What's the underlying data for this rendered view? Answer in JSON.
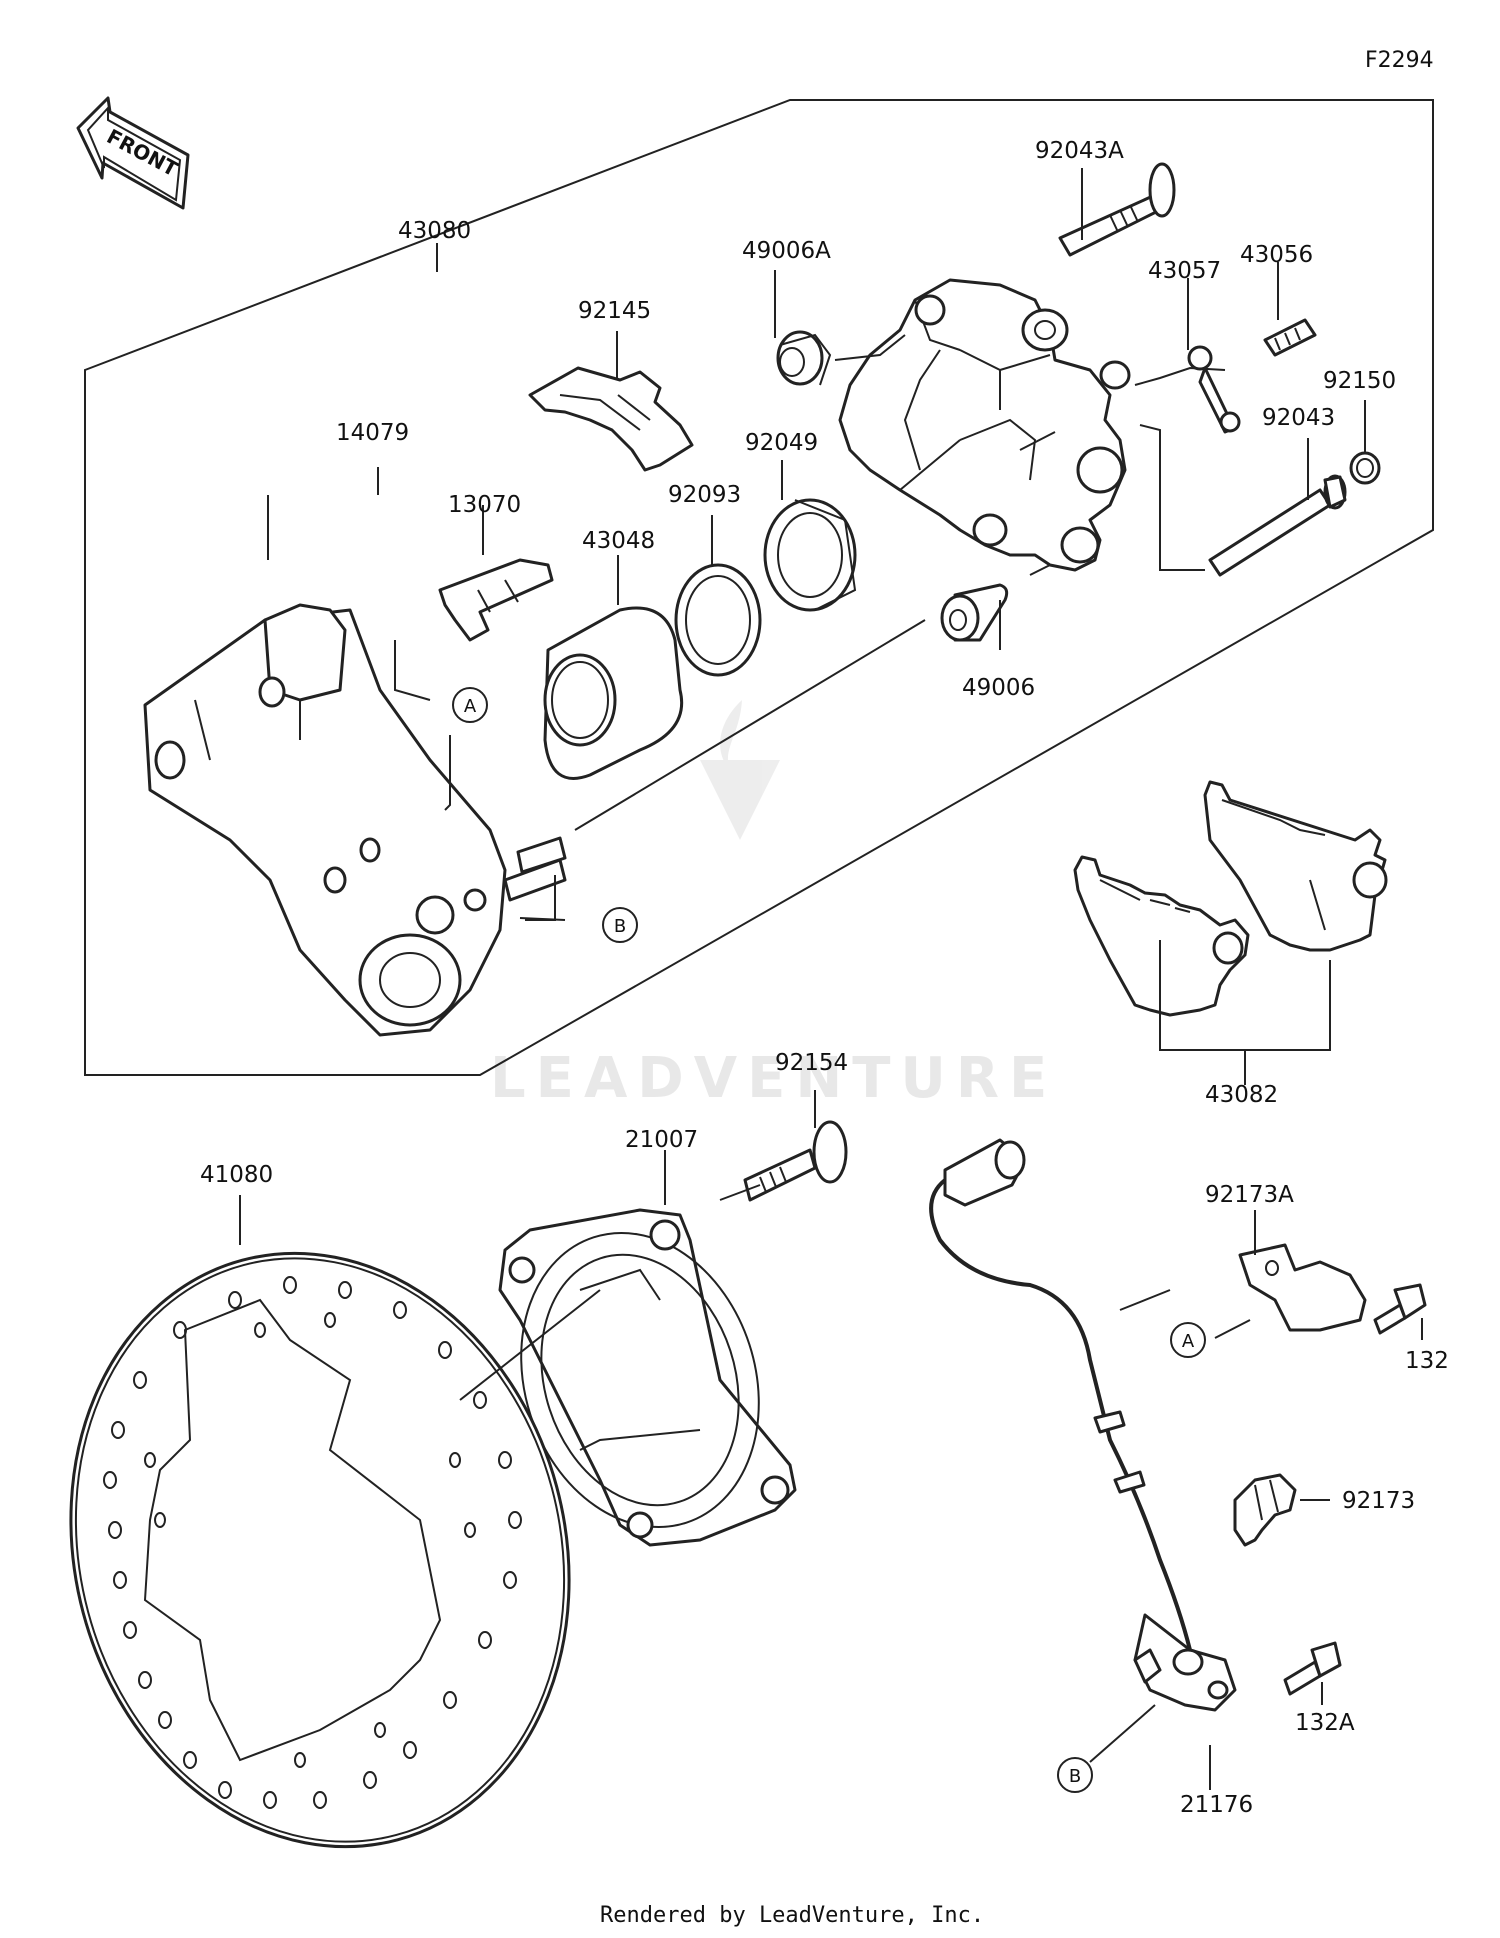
{
  "diagram": {
    "figure_code": "F2294",
    "front_arrow_label": "FRONT",
    "footer": "Rendered by LeadVenture, Inc.",
    "watermark": "LEADVENTURE",
    "part_labels": {
      "p43080": "43080",
      "p92145": "92145",
      "p49006A": "49006A",
      "p92043A": "92043A",
      "p43057": "43057",
      "p43056": "43056",
      "p92150": "92150",
      "p92043": "92043",
      "p14079": "14079",
      "p13070": "13070",
      "p92049": "92049",
      "p92093": "92093",
      "p43048": "43048",
      "p49006": "49006",
      "p43082": "43082",
      "p92154": "92154",
      "p21007": "21007",
      "p41080": "41080",
      "p92173A": "92173A",
      "p132": "132",
      "p92173": "92173",
      "p132A": "132A",
      "p21176": "21176"
    },
    "callouts": {
      "a1": "A",
      "b1": "B",
      "a2": "A",
      "b2": "B"
    }
  }
}
